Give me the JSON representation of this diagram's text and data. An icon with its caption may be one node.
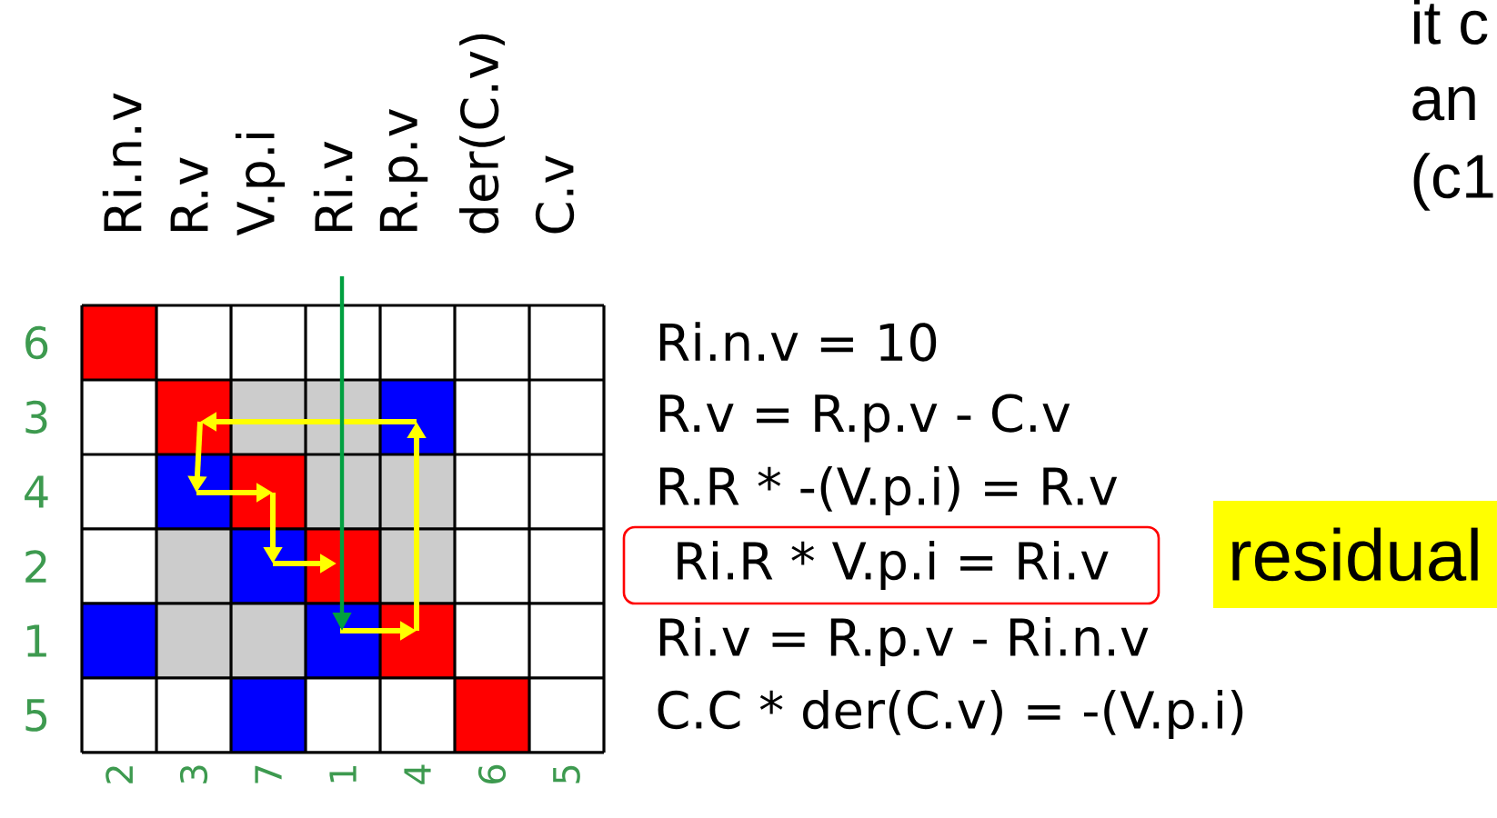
{
  "diagram": {
    "nodes": [
      {
        "text": [
          "Ri.R * V.p.i = Ri.v"
        ]
      },
      {
        "text": [
          "residual"
        ]
      }
    ],
    "labels": [
      "Ri.n.v",
      "R.v",
      "V.p.i",
      "Ri.v",
      "R.p.v",
      "der(C.v)",
      "C.v",
      "6",
      "3",
      "4",
      "2",
      "1",
      "5",
      "Ri.n.v = 10",
      "R.v = R.p.v - C.v",
      "R.R * -(V.p.i) = R.v",
      "Ri.v = R.p.v - Ri.n.v",
      "C.C * der(C.v) = -(V.p.i)",
      "2",
      "3",
      "7",
      "1",
      "4",
      "6",
      "5",
      "it c",
      "an",
      "(c1"
    ]
  }
}
